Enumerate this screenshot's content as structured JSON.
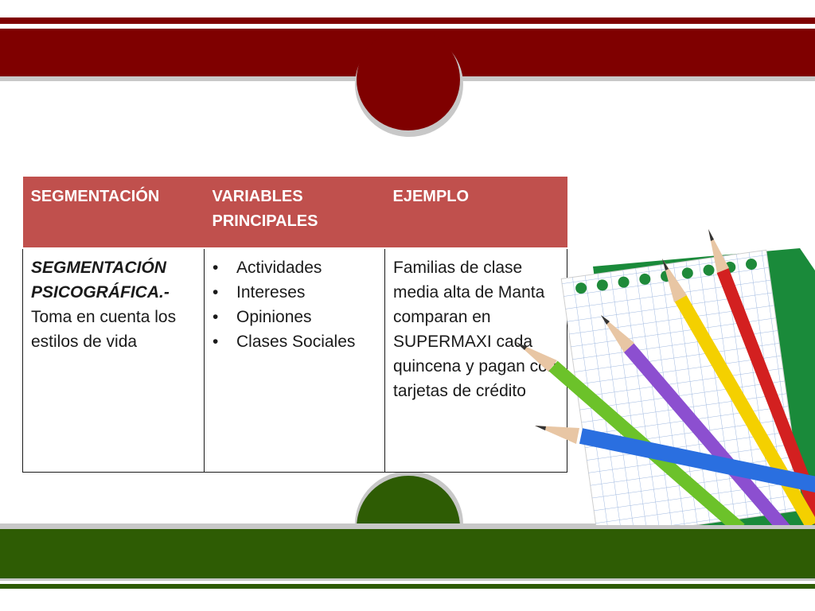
{
  "colors": {
    "maroon": "#7f0000",
    "green": "#2e5c04",
    "header_red": "#c0504d",
    "paper_green": "#1a8a3a"
  },
  "table": {
    "headers": [
      "SEGMENTACIÓN",
      "VARIABLES PRINCIPALES",
      "EJEMPLO"
    ],
    "row": {
      "title": "SEGMENTACIÓN PSICOGRÁFICA.-",
      "description": "Toma en cuenta los estilos de vida",
      "variables": [
        "Actividades",
        "Intereses",
        "Opiniones",
        "Clases Sociales"
      ],
      "example": "Familias de clase media alta de Manta comparan en SUPERMAXI cada quincena y pagan con tarjetas de crédito"
    }
  },
  "decoration": {
    "icon": "notebook-with-colored-pencils",
    "pencil_colors": [
      "red",
      "yellow",
      "purple",
      "green",
      "blue"
    ]
  }
}
